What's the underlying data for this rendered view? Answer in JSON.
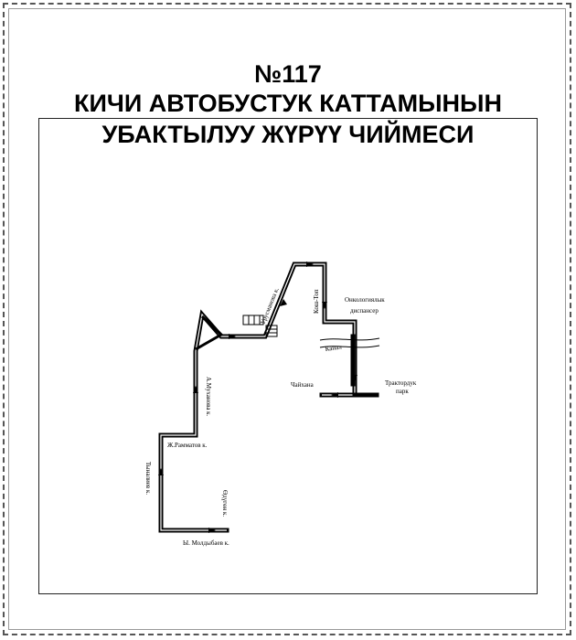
{
  "header": {
    "route_number": "№117",
    "title_line1": "КИЧИ АВТОБУСТУК КАТТАМЫНЫН",
    "title_line2": "УБАКТЫЛУУ ЖҮРҮҮ ЧИЙМЕСИ"
  },
  "map": {
    "streets": {
      "moldybaev": "Ы. Молдыбаев к.",
      "tynaliev": "Тыналиев к.",
      "zh_rahmatov": "Ж.Рамматов к.",
      "a_mukhanova": "А.Муханова к.",
      "oshskaya": "Өдүгөн к.",
      "urustanova": "Урусманова к.",
      "kosh_bon": "Кош-Топ",
      "canal": "Канал"
    },
    "places": {
      "oncology": "Онкологиялык диспансер",
      "chaikhana": "Чайхана",
      "tractor_park": "Трактордук парк"
    }
  }
}
